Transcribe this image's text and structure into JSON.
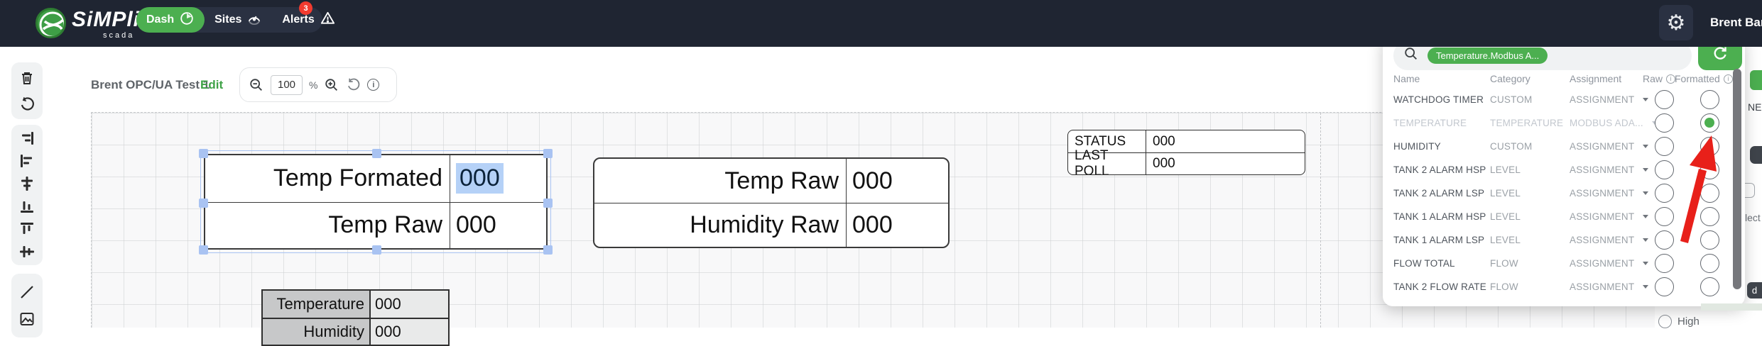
{
  "navbar": {
    "logo": "SiMPli",
    "logo_sub": "scada",
    "tabs": {
      "dash": "Dash",
      "sites": "Sites",
      "alerts": "Alerts"
    },
    "alerts_badge": "3",
    "user_name": "Brent Barton"
  },
  "canvas_header": {
    "title": "Brent OPC/UA Test 1",
    "edit_label": "Edit",
    "zoom_value": "100",
    "zoom_unit": "%"
  },
  "widgets": {
    "temp_table": {
      "rows": [
        {
          "label": "Temp Formated",
          "value": "000"
        },
        {
          "label": "Temp Raw",
          "value": "000"
        }
      ]
    },
    "raw_table": {
      "rows": [
        {
          "label": "Temp Raw",
          "value": "000"
        },
        {
          "label": "Humidity Raw",
          "value": "000"
        }
      ]
    },
    "status_table": {
      "rows": [
        {
          "label": "STATUS",
          "value": "000"
        },
        {
          "label": "LAST POLL",
          "value": "000"
        }
      ]
    },
    "gray_table": {
      "rows": [
        {
          "label": "Temperature",
          "value": "000"
        },
        {
          "label": "Humidity",
          "value": "000"
        }
      ]
    }
  },
  "tag_panel": {
    "search_chip": "Temperature.Modbus A...",
    "columns": {
      "name": "Name",
      "category": "Category",
      "assignment": "Assignment",
      "raw": "Raw",
      "formatted": "Formatted"
    },
    "rows": [
      {
        "name": "WATCHDOG TIMER",
        "category": "CUSTOM",
        "assignment": "ASSIGNMENT"
      },
      {
        "name": "TEMPERATURE",
        "category": "TEMPERATURE",
        "assignment": "MODBUS ADA..."
      },
      {
        "name": "HUMIDITY",
        "category": "CUSTOM",
        "assignment": "ASSIGNMENT"
      },
      {
        "name": "TANK 2 ALARM HSP",
        "category": "LEVEL",
        "assignment": "ASSIGNMENT"
      },
      {
        "name": "TANK 2 ALARM LSP",
        "category": "LEVEL",
        "assignment": "ASSIGNMENT"
      },
      {
        "name": "TANK 1 ALARM HSP",
        "category": "LEVEL",
        "assignment": "ASSIGNMENT"
      },
      {
        "name": "TANK 1 ALARM LSP",
        "category": "LEVEL",
        "assignment": "ASSIGNMENT"
      },
      {
        "name": "FLOW TOTAL",
        "category": "FLOW",
        "assignment": "ASSIGNMENT"
      },
      {
        "name": "TANK 2 FLOW RATE",
        "category": "FLOW",
        "assignment": "ASSIGNMENT"
      }
    ],
    "info_glyph": "i"
  },
  "sidebar_fragments": {
    "ne_text": "NE",
    "lect_text": "lect",
    "chip_d": "d",
    "high_label": "High"
  },
  "colors": {
    "brand_green": "#4CAF50",
    "navbar_bg": "#1F2532",
    "badge_red": "#F23B2F",
    "arrow_red": "#E8201A",
    "selection_blue": "#A9C3F2"
  }
}
